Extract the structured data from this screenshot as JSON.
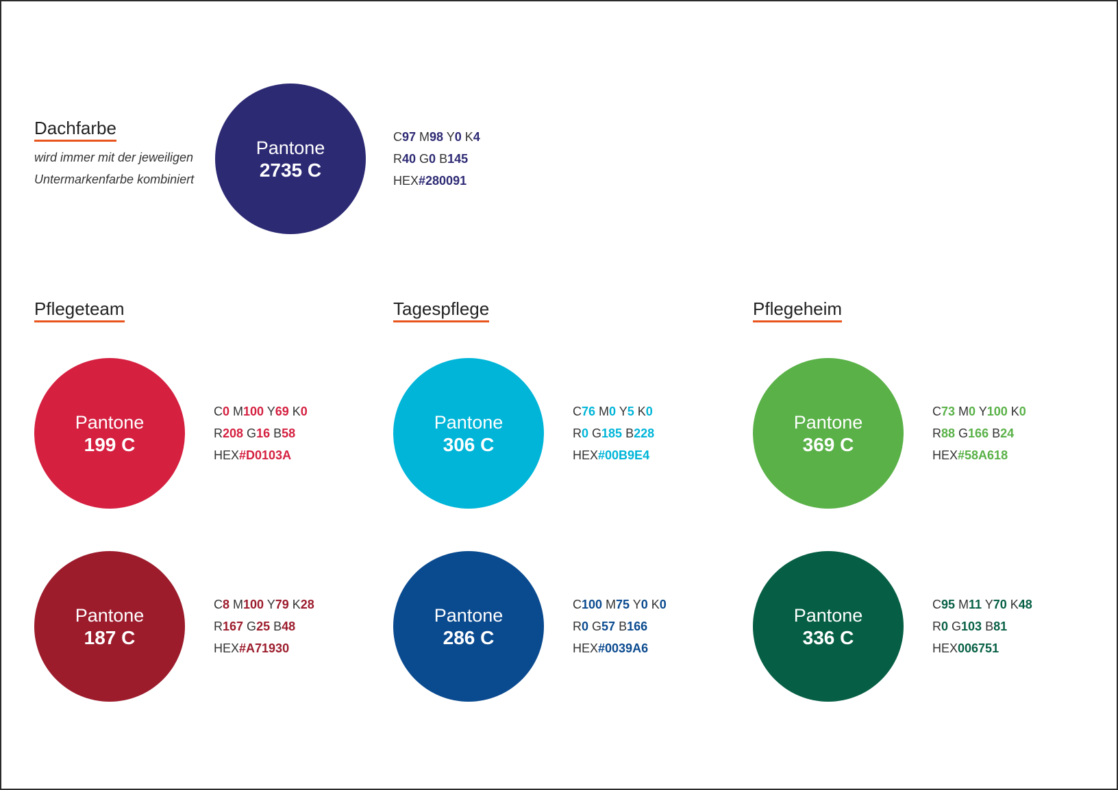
{
  "roof": {
    "title": "Dachfarbe",
    "note_line1": "wird immer mit der jeweiligen",
    "note_line2": "Untermarkenfarbe kombiniert",
    "swatch": {
      "pantone_word": "Pantone",
      "code": "2735 C",
      "color": "#2d2a74",
      "cmyk": {
        "c": "97",
        "m": "98",
        "y": "0",
        "k": "4"
      },
      "rgb": {
        "r": "40",
        "g": "0",
        "b": "145"
      },
      "hex": "#280091",
      "hex_prefix": "HEX"
    }
  },
  "groups": [
    {
      "title": "Pflegeteam",
      "swatches": [
        {
          "pantone_word": "Pantone",
          "code": "199 C",
          "color": "#d52040",
          "cmyk": {
            "c": "0",
            "m": "100",
            "y": "69",
            "k": "0"
          },
          "rgb": {
            "r": "208",
            "g": "16",
            "b": "58"
          },
          "hex": "#D0103A",
          "hex_prefix": "HEX"
        },
        {
          "pantone_word": "Pantone",
          "code": "187 C",
          "color": "#9c1c2c",
          "cmyk": {
            "c": "8",
            "m": "100",
            "y": "79",
            "k": "28"
          },
          "rgb": {
            "r": "167",
            "g": "25",
            "b": "48"
          },
          "hex": "#A71930",
          "hex_prefix": "HEX"
        }
      ]
    },
    {
      "title": "Tagespflege",
      "swatches": [
        {
          "pantone_word": "Pantone",
          "code": "306 C",
          "color": "#00b5d8",
          "cmyk": {
            "c": "76",
            "m": "0",
            "y": "5",
            "k": "0"
          },
          "rgb": {
            "r": "0",
            "g": "185",
            "b": "228"
          },
          "hex": "#00B9E4",
          "hex_prefix": "HEX"
        },
        {
          "pantone_word": "Pantone",
          "code": "286 C",
          "color": "#0a4a8f",
          "cmyk": {
            "c": "100",
            "m": "75",
            "y": "0",
            "k": "0"
          },
          "rgb": {
            "r": "0",
            "g": "57",
            "b": "166"
          },
          "hex": "#0039A6",
          "hex_prefix": "HEX"
        }
      ]
    },
    {
      "title": "Pflegeheim",
      "swatches": [
        {
          "pantone_word": "Pantone",
          "code": "369 C",
          "color": "#59b147",
          "cmyk": {
            "c": "73",
            "m": "0",
            "y": "100",
            "k": "0"
          },
          "rgb": {
            "r": "88",
            "g": "166",
            "b": "24"
          },
          "hex": "#58A618",
          "hex_prefix": "HEX"
        },
        {
          "pantone_word": "Pantone",
          "code": "336 C",
          "color": "#065f44",
          "cmyk": {
            "c": "95",
            "m": "11",
            "y": "70",
            "k": "48"
          },
          "rgb": {
            "r": "0",
            "g": "103",
            "b": "81"
          },
          "hex": "006751",
          "hex_prefix": "HEX"
        }
      ]
    }
  ],
  "accent_underline_color": "#e8541c"
}
